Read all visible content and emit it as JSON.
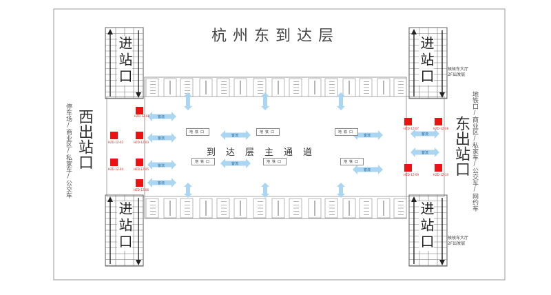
{
  "title": "杭州东到达层",
  "west_exit": {
    "label": "西出站口",
    "sub": "停车场/商业区/私家车/公交车"
  },
  "east_exit": {
    "label": "东出站口",
    "sub": "地铁口/商业区/私家车/公交车/网约车"
  },
  "entrances": {
    "label": "进站口"
  },
  "notes": {
    "line1": "候候车大厅",
    "line2": "2F出发层"
  },
  "main_passage": "到达层主通道",
  "metro_label": "地铁口",
  "flow_label": "客流",
  "ad_codes": [
    "HZD-1Z-01",
    "HZD-1Z-02",
    "HZD-1Z-03",
    "HZD-1Z-04",
    "HZD-1Z-05",
    "HZD-1Z-06",
    "HZD-1Z-07",
    "HZD-1Z-08",
    "HZD-1Z-09",
    "HZD-1Z-10"
  ],
  "colors": {
    "ad_marker": "#ee1111",
    "flow_arrow": "#aad6f2",
    "line": "#555555"
  }
}
